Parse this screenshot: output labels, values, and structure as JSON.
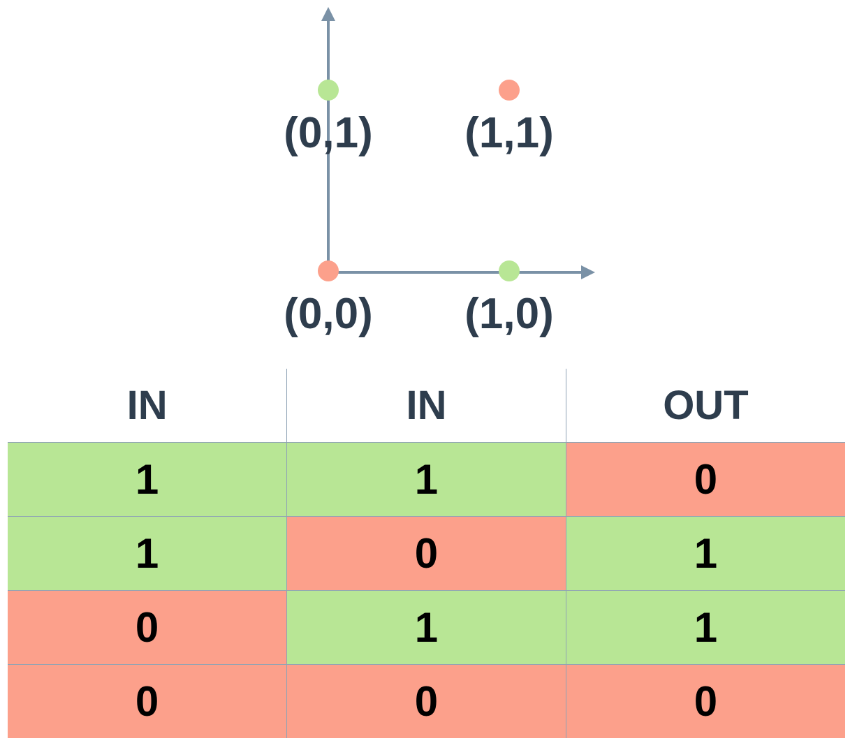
{
  "colors": {
    "one": "#b8e695",
    "zero": "#fca08b",
    "axis": "#7a91a6",
    "text": "#2e3d4d"
  },
  "points": [
    {
      "x": 0,
      "y": 1,
      "label": "(0,1)",
      "out": 1
    },
    {
      "x": 1,
      "y": 1,
      "label": "(1,1)",
      "out": 0
    },
    {
      "x": 0,
      "y": 0,
      "label": "(0,0)",
      "out": 0
    },
    {
      "x": 1,
      "y": 0,
      "label": "(1,0)",
      "out": 1
    }
  ],
  "table": {
    "headers": [
      "IN",
      "IN",
      "OUT"
    ],
    "rows": [
      [
        "1",
        "1",
        "0"
      ],
      [
        "1",
        "0",
        "1"
      ],
      [
        "0",
        "1",
        "1"
      ],
      [
        "0",
        "0",
        "0"
      ]
    ]
  }
}
